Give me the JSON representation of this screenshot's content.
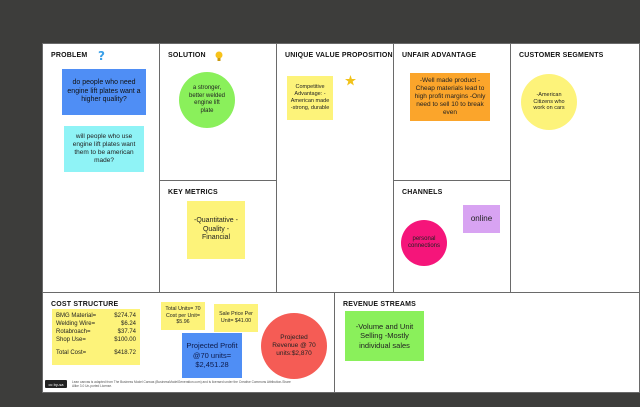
{
  "sections": {
    "problem": "Problem",
    "solution": "Solution",
    "uvp": "Unique Value Proposition",
    "unfair": "Unfair advantage",
    "segments": "Customer segments",
    "metrics": "Key Metrics",
    "channels": "Channels",
    "cost": "Cost Structure",
    "revenue": "Revenue Streams"
  },
  "notes": {
    "problem_1": "do people who need engine lift plates want a higher quality?",
    "problem_2": "will people who use engine lift plates want them to be american made?",
    "solution_1": "a stronger, better welded engine lift plate",
    "uvp_1": "Competitive Advantage: -American made -strong, durable",
    "unfair_1": "-Well made product -Cheap materials lead to high profit margins -Only need to sell 10 to break even",
    "segments_1": "-American Citizens who work on cars",
    "metrics_1": "-Quantitative -Quality -Financial",
    "channels_online": "online",
    "channels_personal": "personal connections",
    "units_cost": "Total Units= 70 Cost per Unit= $5.96",
    "sale_price": "Sale Price Per Unit= $41.00",
    "profit": "Projected Profit @70 units= $2,451.28",
    "revenue_circle": "Projected Revenue @ 70 units:$2,870",
    "revenue_streams": "-Volume and Unit Selling -Mostly individual sales"
  },
  "cost_table": [
    {
      "label": "BMG Material=",
      "value": "$274.74"
    },
    {
      "label": "Welding Wire=",
      "value": "$6.24"
    },
    {
      "label": "Rotabroach=",
      "value": "$37.74"
    },
    {
      "label": "Shop Use=",
      "value": "$100.00"
    }
  ],
  "cost_total": {
    "label": "Total Cost=",
    "value": "$418.72"
  },
  "footer": {
    "badge": "cc by-sa",
    "text": "Lean canvas is adapted from The Business Model Canvas (BusinessModelGeneration.com) and is licensed under the Creative Commons Attribution-Share Alike 3.0 Un-ported License."
  },
  "colors": {
    "background": "#3d3d3b",
    "canvas": "#ffffff",
    "sticky_yellow": "#fdf37a",
    "sticky_blue": "#4f8ef5",
    "sticky_cyan": "#8ff3f6",
    "sticky_green": "#8af05b",
    "sticky_orange": "#fba52b",
    "sticky_pink": "#f5157a",
    "sticky_purple": "#d8a3f2",
    "sticky_red": "#f55c55"
  },
  "icons": [
    "question-mark-icon",
    "lightbulb-icon",
    "star-icon",
    "creative-commons-icon"
  ]
}
